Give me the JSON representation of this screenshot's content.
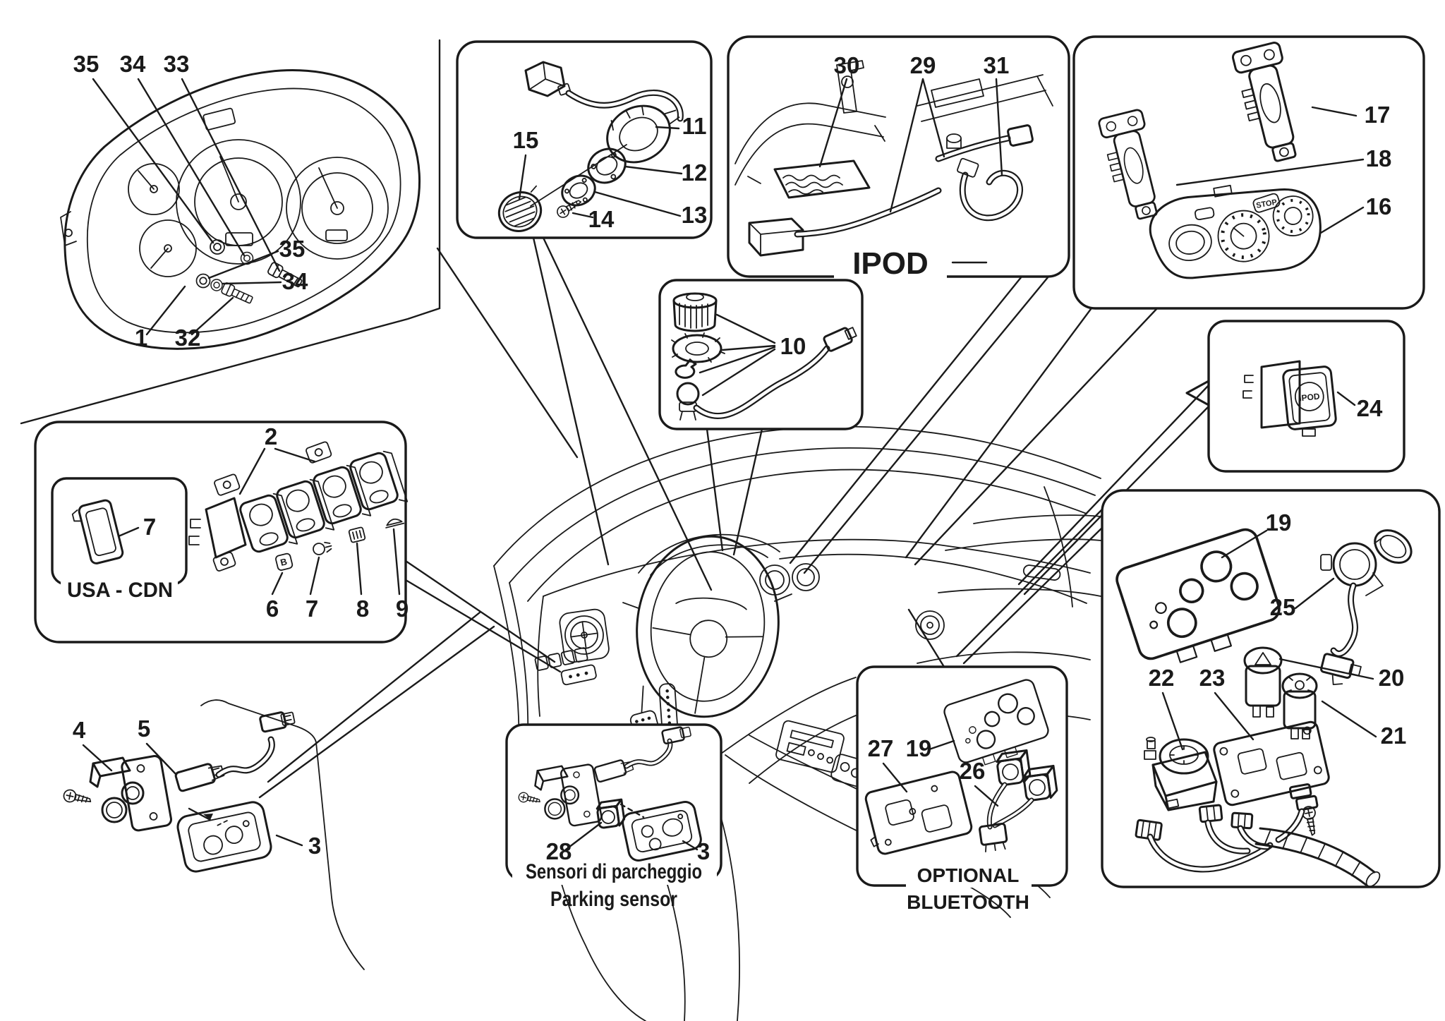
{
  "diagram": {
    "colors": {
      "ink": "#1a1a1a",
      "background": "#ffffff"
    },
    "part_numbers": {
      "n1": "1",
      "n2": "2",
      "n3": "3",
      "n4": "4",
      "n5": "5",
      "n6": "6",
      "n7": "7",
      "n8": "8",
      "n9": "9",
      "n10": "10",
      "n11": "11",
      "n12": "12",
      "n13": "13",
      "n14": "14",
      "n15": "15",
      "n16": "16",
      "n17": "17",
      "n18": "18",
      "n19": "19",
      "n20": "20",
      "n21": "21",
      "n22": "22",
      "n23": "23",
      "n24": "24",
      "n25": "25",
      "n26": "26",
      "n27": "27",
      "n28": "28",
      "n29": "29",
      "n30": "30",
      "n31": "31",
      "n32": "32",
      "n33": "33",
      "n34": "34",
      "n35": "35"
    },
    "captions": {
      "ipod": "IPOD",
      "usa_cdn": "USA - CDN",
      "parking_it": "Sensori di parcheggio",
      "parking_en": "Parking sensor",
      "optional": "OPTIONAL",
      "bluetooth": "BLUETOOTH"
    },
    "icon_texts": {
      "climate_stop": "STOP",
      "switch_brake_icon": "B",
      "ipod_switch_face": "iPOD"
    }
  }
}
